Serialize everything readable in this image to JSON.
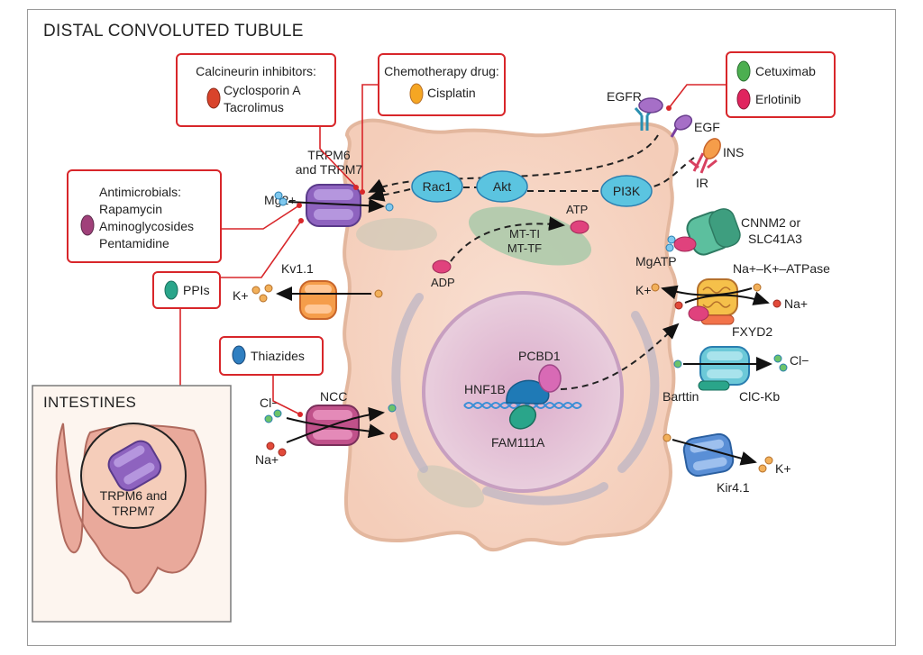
{
  "title": "DISTAL CONVOLUTED TUBULE",
  "drug_boxes": {
    "calcineurin": {
      "heading": "Calcineurin inhibitors:",
      "items": [
        "Cyclosporin A",
        "Tacrolimus"
      ],
      "pill_color": "#d9432b"
    },
    "chemotherapy": {
      "heading": "Chemotherapy drug:",
      "items": [
        "Cisplatin"
      ],
      "pill_color": "#f5a623"
    },
    "egfr_drugs": {
      "items": [
        "Cetuximab",
        "Erlotinib"
      ],
      "pill_colors": [
        "#4caf50",
        "#e0245e"
      ]
    },
    "antimicrobials": {
      "heading": "Antimicrobials:",
      "items": [
        "Rapamycin",
        "Aminoglycosides",
        "Pentamidine"
      ],
      "pill_color": "#a0407a"
    },
    "ppis": {
      "items": [
        "PPIs"
      ],
      "pill_color": "#2aa58a"
    },
    "thiazides": {
      "items": [
        "Thiazides"
      ],
      "pill_color": "#2f7fc1"
    }
  },
  "channels": {
    "trpm": {
      "label_line1": "TRPM6",
      "label_line2": "and TRPM7",
      "ion": "Mg2+"
    },
    "kv": {
      "label": "Kv1.1",
      "ion": "K+"
    },
    "ncc": {
      "label": "NCC",
      "ion1": "Cl−",
      "ion2": "Na+"
    },
    "egfr": {
      "label": "EGFR",
      "ligand": "EGF"
    },
    "ir": {
      "label": "IR",
      "ligand": "INS"
    },
    "cnnm": {
      "label_line1": "CNNM2 or",
      "label_line2": "SLC41A3",
      "substrate": "MgATP"
    },
    "nka": {
      "label": "Na+–K+–ATPase",
      "ion_out": "Na+",
      "ion_in": "K+",
      "subunit": "FXYD2"
    },
    "clc": {
      "label": "ClC-Kb",
      "subunit": "Barttin",
      "ion": "Cl−"
    },
    "kir": {
      "label": "Kir4.1",
      "ion": "K+"
    }
  },
  "signaling": {
    "nodes": [
      "Rac1",
      "Akt",
      "PI3K"
    ]
  },
  "mitochondria": {
    "label_line1": "MT-TI",
    "label_line2": "MT-TF",
    "substrate": "ADP",
    "product": "ATP"
  },
  "nucleus": {
    "factors": [
      "HNF1B",
      "PCBD1",
      "FAM111A"
    ]
  },
  "intestines": {
    "title": "INTESTINES",
    "channel_line1": "TRPM6 and",
    "channel_line2": "TRPM7"
  },
  "colors": {
    "drug_red": "#d8262a",
    "cell_fill": "#f7d9c8",
    "nucleus_fill": "#e7c4d6",
    "signal_blue": "#5bc4e0",
    "trpm_purple": "#8e63bf"
  }
}
